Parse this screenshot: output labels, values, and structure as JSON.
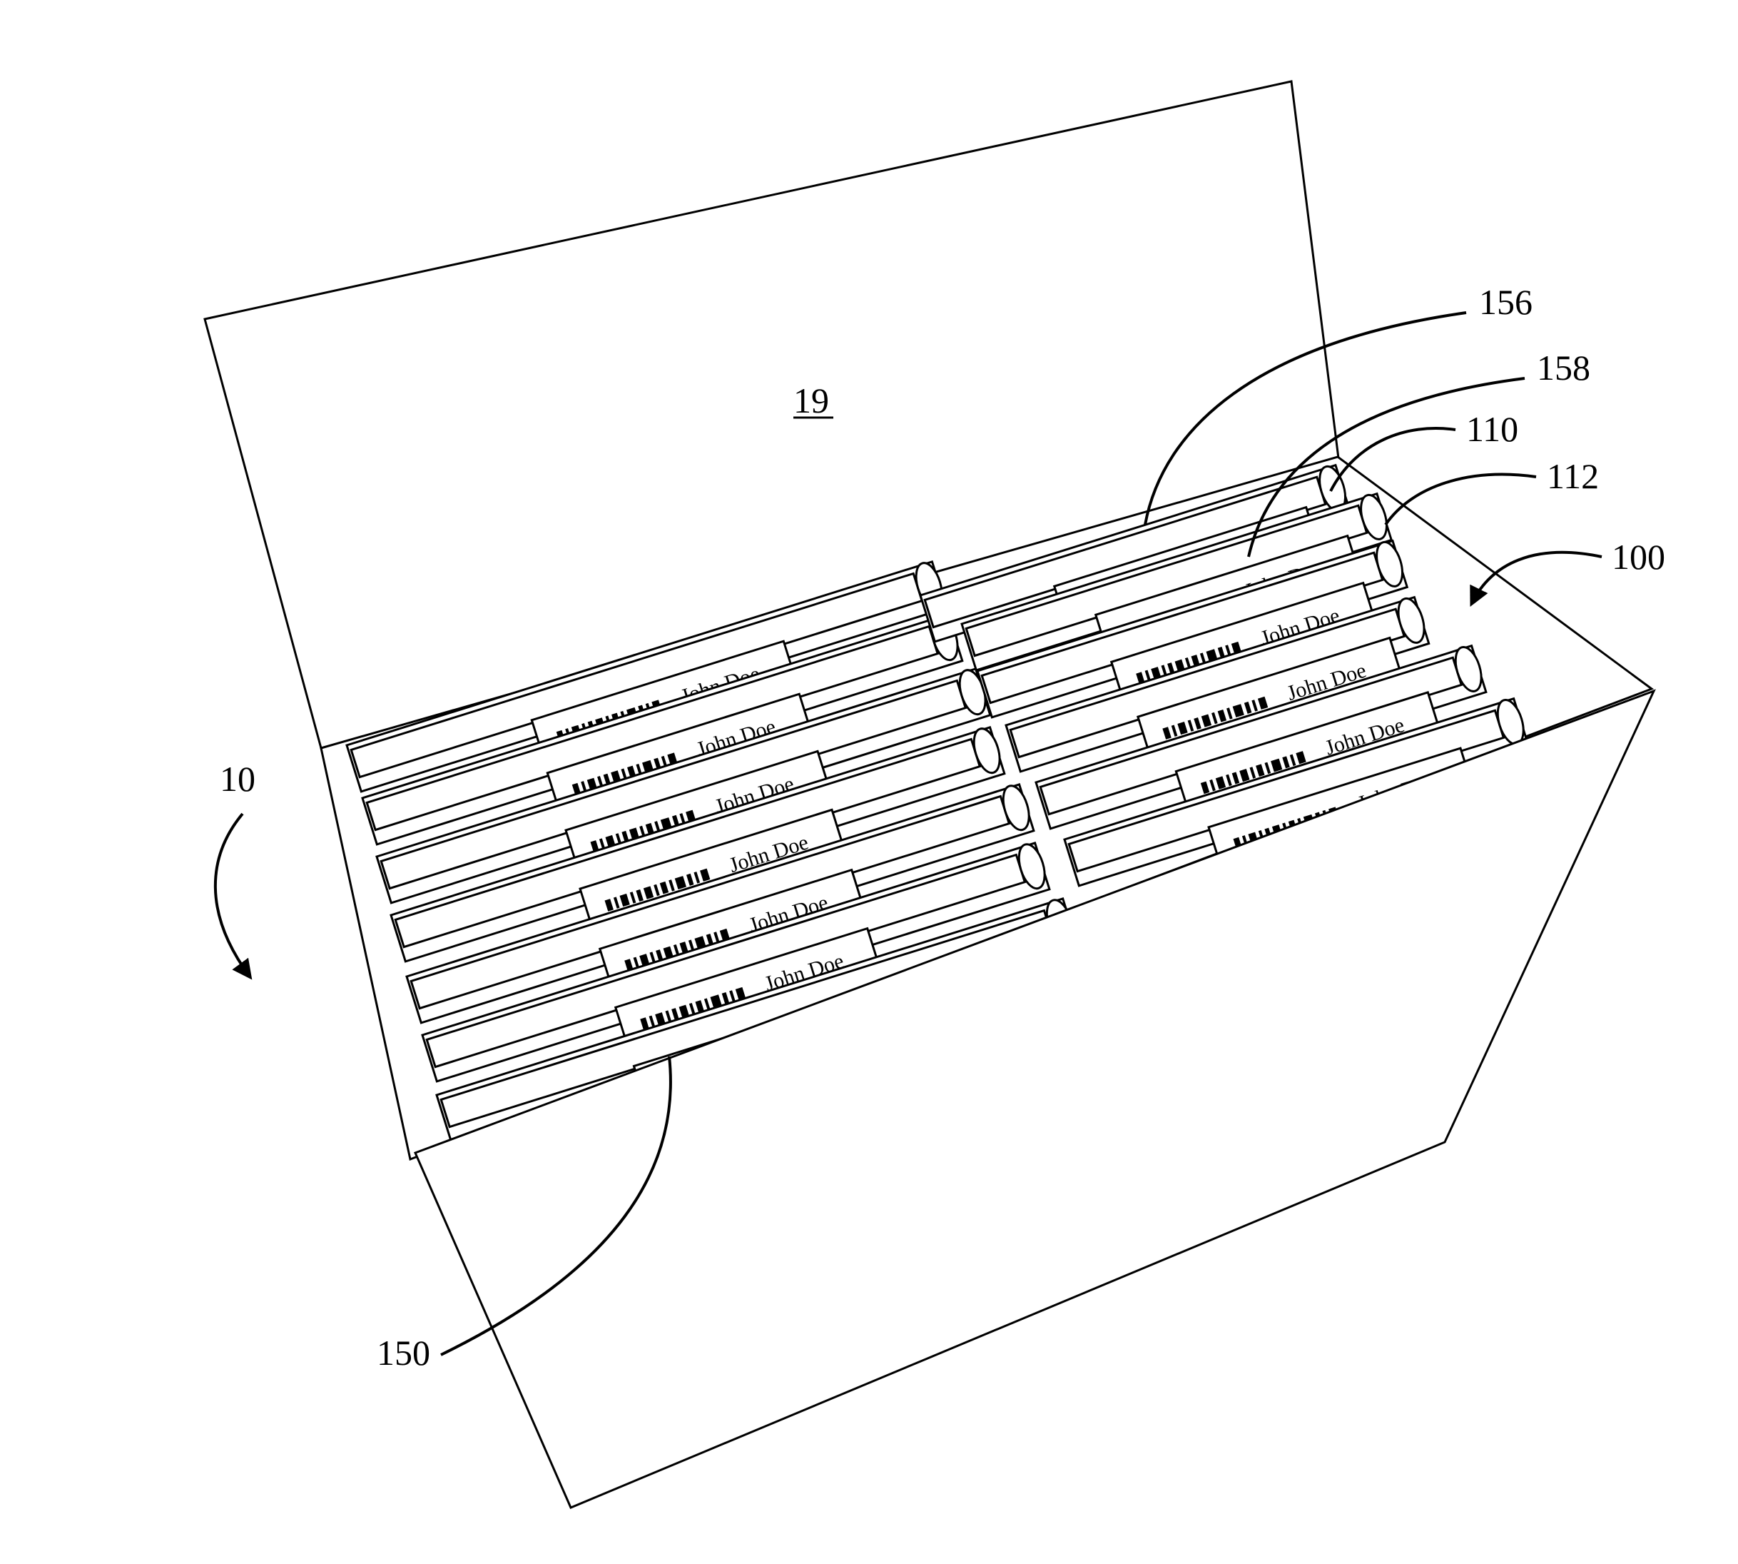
{
  "figure": {
    "lid_ref": "19",
    "box_ref": "10",
    "leaders": [
      {
        "id": "ref-156",
        "text": "156"
      },
      {
        "id": "ref-158",
        "text": "158"
      },
      {
        "id": "ref-110",
        "text": "110"
      },
      {
        "id": "ref-112",
        "text": "112"
      },
      {
        "id": "ref-100",
        "text": "100"
      },
      {
        "id": "ref-150",
        "text": "150"
      }
    ]
  },
  "label_text": "John Doe"
}
